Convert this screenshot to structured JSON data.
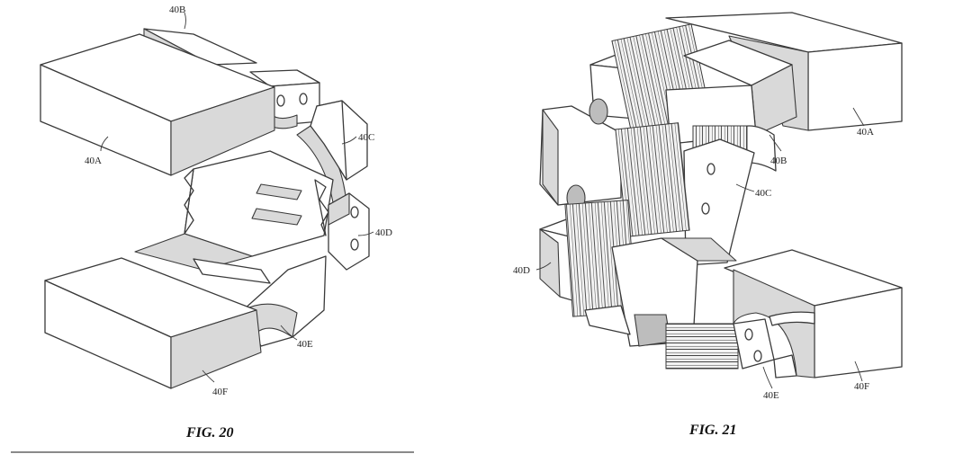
{
  "figures": [
    {
      "caption": "FIG. 20",
      "labels": {
        "a": "40A",
        "b": "40B",
        "c": "40C",
        "d": "40D",
        "e": "40E",
        "f": "40F"
      }
    },
    {
      "caption": "FIG. 21",
      "labels": {
        "a": "40A",
        "b": "40B",
        "c": "40C",
        "d": "40D",
        "e": "40E",
        "f": "40F"
      }
    }
  ]
}
